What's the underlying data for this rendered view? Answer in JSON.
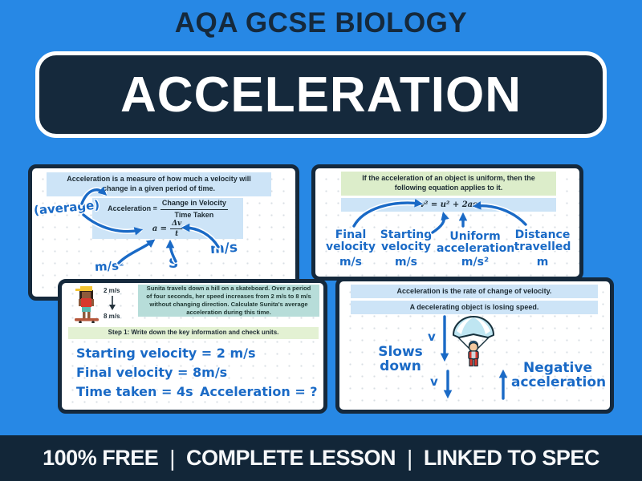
{
  "header": {
    "brand": "AQA GCSE BIOLOGY",
    "title": "ACCELERATION"
  },
  "footer": {
    "item1": "100% FREE",
    "item2": "COMPLETE LESSON",
    "item3": "LINKED TO SPEC",
    "sep": "|"
  },
  "slide1": {
    "definition": "Acceleration is a measure of how much a velocity will change in a given period of time.",
    "word_eq_lhs": "Acceleration =",
    "word_eq_num": "Change in Velocity",
    "word_eq_den": "Time Taken",
    "sym_eq_lhs": "a =",
    "sym_eq_num": "Δv",
    "sym_eq_den": "t",
    "note_average": "(average)",
    "unit_acceleration": "m/s²",
    "unit_time": "S",
    "unit_velocity": "m/s"
  },
  "slide2": {
    "intro": "If the acceleration of an object is uniform, then the following equation applies to it.",
    "equation": "v² = u² + 2as",
    "final_label": "Final velocity",
    "final_unit": "m/s",
    "starting_label": "Starting velocity",
    "starting_unit": "m/s",
    "uniform_label": "Uniform acceleration",
    "uniform_unit": "m/s²",
    "distance_label": "Distance travelled",
    "distance_unit": "m"
  },
  "slide3": {
    "speed_top": "2 m/s",
    "speed_bottom": "8 m/s",
    "problem": "Sunita travels down a hill on a skateboard. Over a period of four seconds, her speed increases from 2 m/s to 8 m/s without changing direction. Calculate Sunita's average acceleration during this time.",
    "step": "Step 1: Write down the key information and check units.",
    "line1": "Starting velocity = 2 m/s",
    "line2": "Final velocity = 8m/s",
    "line3": "Time taken = 4s",
    "line4": "Acceleration = ?"
  },
  "slide4": {
    "statement1": "Acceleration is the rate of change of velocity.",
    "statement2": "A decelerating object is losing speed.",
    "slows": "Slows down",
    "v": "v",
    "negative": "Negative acceleration"
  },
  "colors": {
    "background_blue": "#2788e5",
    "navy": "#15293c",
    "banner_blue": "#cde4f7",
    "banner_green": "#dcedca",
    "banner_teal": "#b7ddd9",
    "banner_pale_green": "#e3f1d3",
    "handwriting_blue": "#1a6ac6",
    "white": "#ffffff"
  }
}
